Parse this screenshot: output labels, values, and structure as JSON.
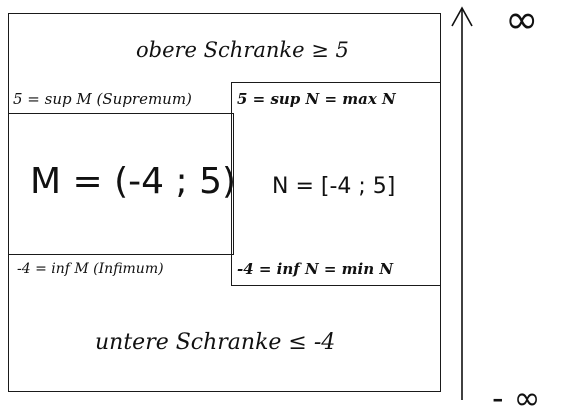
{
  "labels": {
    "upper_bound": "obere Schranke ≥ 5",
    "sup_m": "5 = sup M (Supremum)",
    "m_set": "M = (-4 ; 5)",
    "inf_m": "-4 = inf M (Infimum)",
    "sup_n": "5 = sup N = max N",
    "n_set": "N = [-4 ; 5]",
    "inf_n": "-4 = inf N = min N",
    "lower_bound": "untere Schranke ≤ -4"
  },
  "axis": {
    "top_label": "∞",
    "bottom_label": "- ∞"
  }
}
